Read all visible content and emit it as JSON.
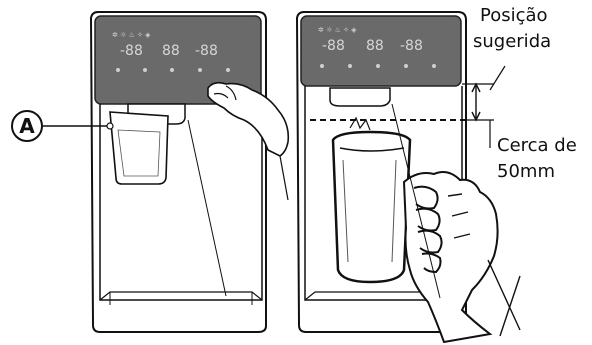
{
  "labels": {
    "callout_a": "A",
    "suggested_line1": "Posição",
    "suggested_line2": "sugerida",
    "approx_line1": "Cerca de",
    "approx_line2": "50mm"
  },
  "left_panel": {
    "temp1": "-88",
    "temp2": "88",
    "temp3": "-88"
  },
  "right_panel": {
    "temp1": "-88",
    "temp2": "88",
    "temp3": "-88"
  },
  "colors": {
    "panel": "#606060",
    "line": "#111111",
    "dashed": "#111111"
  }
}
